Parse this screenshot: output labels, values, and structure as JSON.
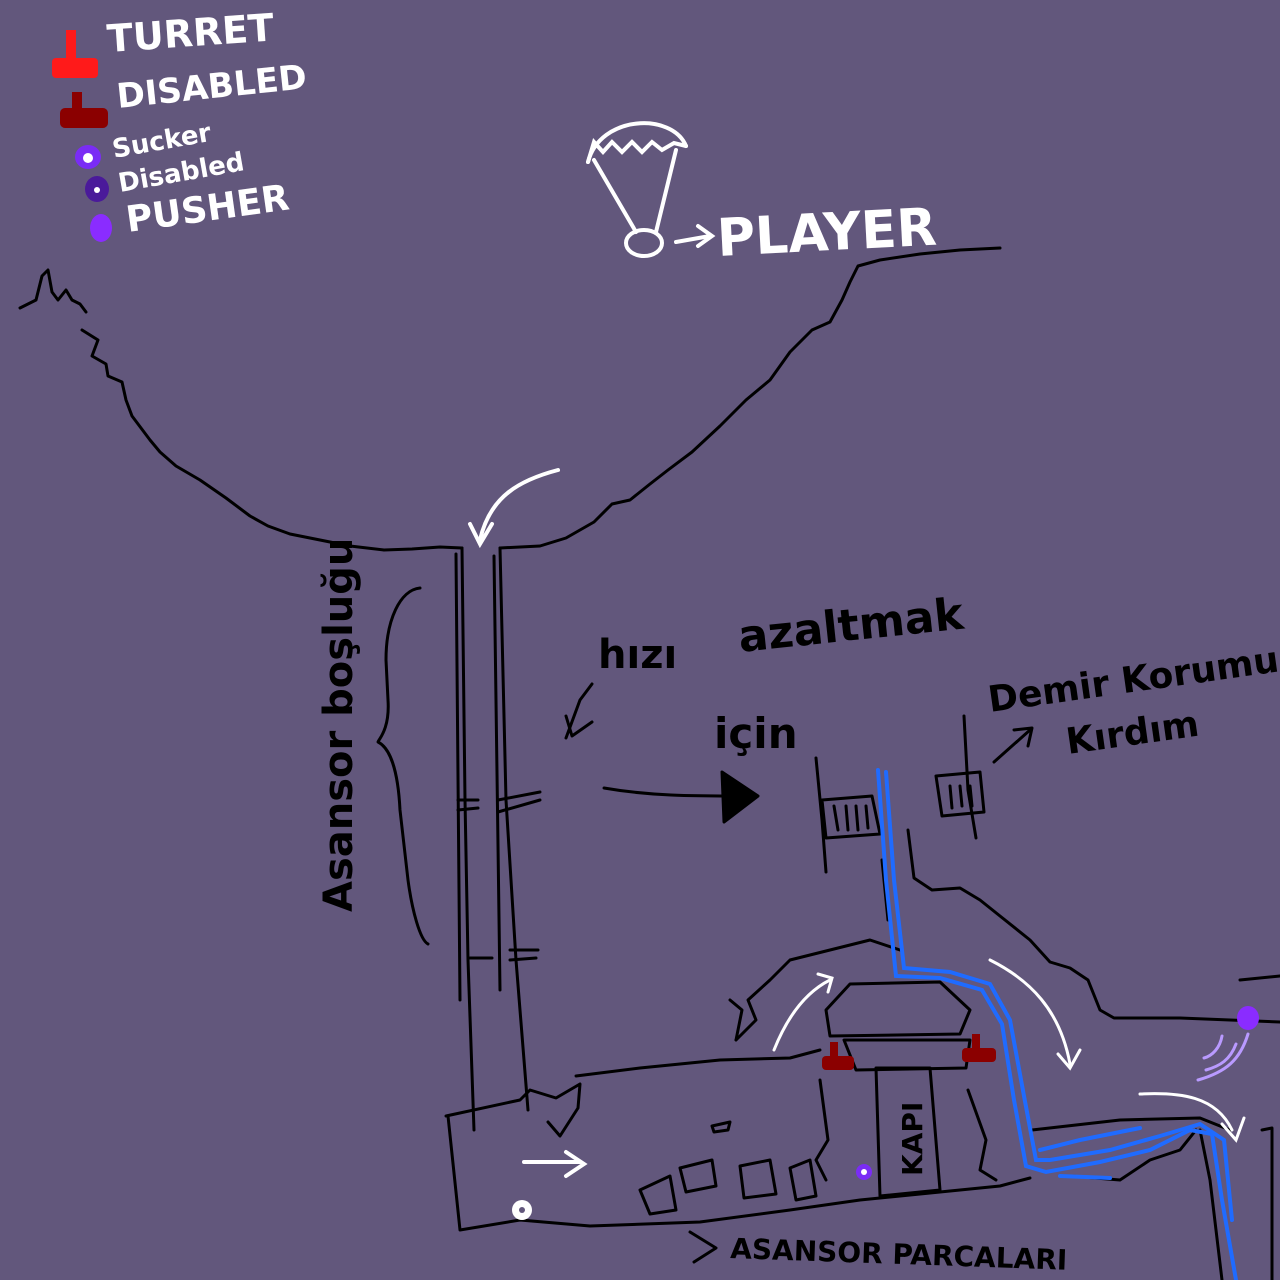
{
  "colors": {
    "background": "#62577c",
    "ink": "#000000",
    "chalk": "#ffffff",
    "turret": "#ff1a1a",
    "turret_disabled": "#8b0000",
    "sucker": "#7a2cf5",
    "sucker_disabled": "#4a1a9a",
    "pusher": "#8a2cff",
    "water_path": "#1f6bff",
    "push_wave": "#b99aff"
  },
  "legend": {
    "turret": "TURRET",
    "disabled": "DISABLED",
    "sucker": "Sucker",
    "sucker_disabled": "Disabled",
    "pusher": "PUSHER"
  },
  "labels": {
    "player": "PLAYER",
    "shaft": "Asansor boşluğu",
    "speed_1": "hızı",
    "speed_2": "azaltmak",
    "speed_3": "için",
    "iron_1": "Demir Korumu",
    "iron_2": "Kırdım",
    "door": "KAPI",
    "parts": "ASANSOR PARCALARI"
  },
  "icons": {
    "player_parachute": "parachute-icon",
    "turret": "turret-icon",
    "sucker": "sucker-icon",
    "pusher": "pusher-icon"
  }
}
